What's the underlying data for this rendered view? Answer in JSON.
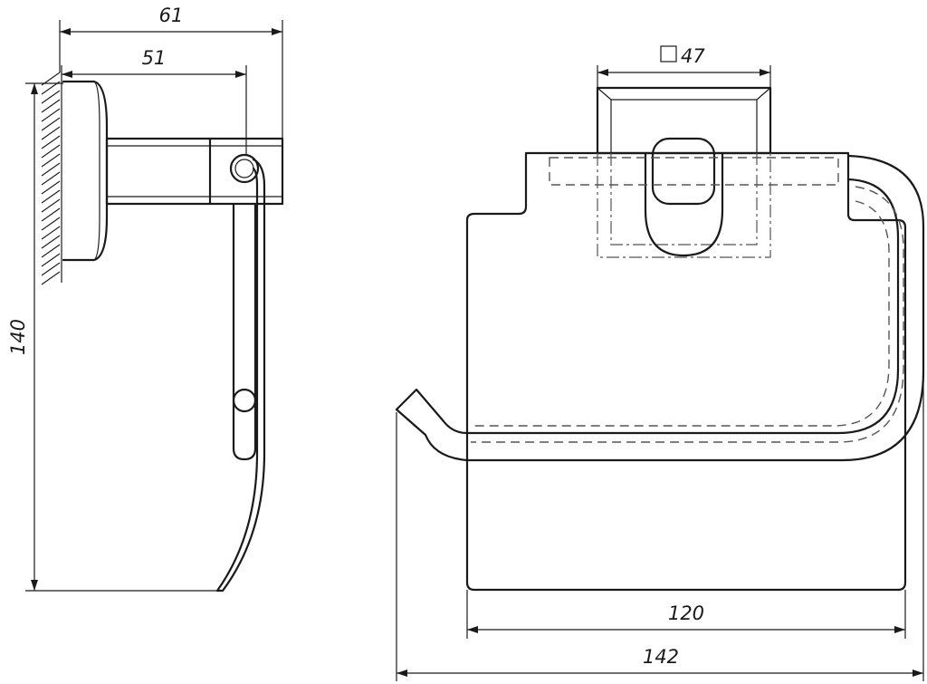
{
  "dimensions": {
    "side_total_depth": "61",
    "side_axis_depth": "51",
    "height": "140",
    "mount_square": "47",
    "plate_width": "120",
    "overall_width": "142"
  },
  "colors": {
    "line": "#1a1a1a",
    "hidden": "#555555",
    "background": "#ffffff"
  }
}
